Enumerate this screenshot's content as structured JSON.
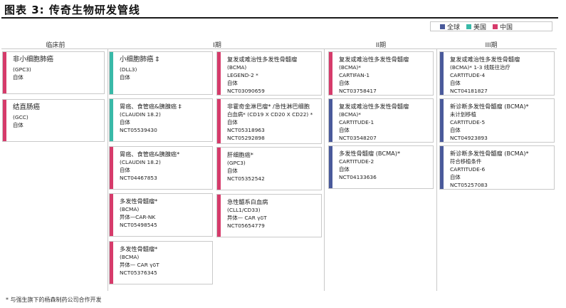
{
  "title": "图表 3: 传奇生物研发管线",
  "legend": [
    {
      "label": "全球",
      "color": "#4a5a9b"
    },
    {
      "label": "美国",
      "color": "#39b9a8"
    },
    {
      "label": "中国",
      "color": "#d63b6b"
    }
  ],
  "phases": [
    "临床前",
    "I期",
    "II期",
    "III期"
  ],
  "cards": [
    {
      "lines": [
        "非小细胞肺癌",
        "(GPC3)",
        "自体"
      ],
      "color": "#d63b6b"
    },
    {
      "lines": [
        "结直肠癌",
        "(GCC)",
        "自体"
      ],
      "color": "#d63b6b"
    },
    {
      "lines": [
        "小细胞肺癌 ‡",
        "(DLL3)",
        "自体"
      ],
      "color": "#39b9a8"
    },
    {
      "lines": [
        "胃癌、食管癌&胰腺癌 ‡",
        "(CLAUDIN 18.2)",
        "自体",
        "NCT05539430"
      ],
      "color": "#39b9a8"
    },
    {
      "lines": [
        "胃癌、食管癌&胰腺癌*",
        "(CLAUDIN 18.2)",
        "自体",
        "NCT04467853"
      ],
      "color": "#d63b6b"
    },
    {
      "lines": [
        "多发性骨髓瘤*",
        "(BCMA)",
        "异体—CAR-NK",
        "NCT05498545"
      ],
      "color": "#d63b6b"
    },
    {
      "lines": [
        "多发性骨髓瘤*",
        "(BCMA)",
        "异体— CAR γδT",
        "NCT05376345"
      ],
      "color": "#d63b6b"
    },
    {
      "lines": [
        "复发或难治性多发性骨髓瘤",
        "(BCMA)",
        "LEGEND-2 *",
        "自体",
        "NCT03090659"
      ],
      "color": "#d63b6b"
    },
    {
      "lines": [
        "非霍奇金淋巴瘤* /急性淋巴细胞",
        "白血病* (CD19 X CD20 X CD22) *",
        "自体",
        "NCT05318963",
        "NCT05292898"
      ],
      "color": "#d63b6b"
    },
    {
      "lines": [
        "肝细胞癌*",
        "(GPC3)",
        "自体",
        "NCT05352542"
      ],
      "color": "#d63b6b"
    },
    {
      "lines": [
        "急性髓系白血病",
        "(CLL1/CD33)",
        "异体— CAR γδT",
        "NCT05654779"
      ],
      "color": "#d63b6b"
    },
    {
      "lines": [
        "复发或难治性多发性骨髓瘤",
        "(BCMA)*",
        "CARTIFAN-1",
        "自体",
        "NCT03758417"
      ],
      "color": "#d63b6b"
    },
    {
      "lines": [
        "复发或难治性多发性骨髓瘤",
        "(BCMA)*",
        "CARTITUDE-1",
        "自体",
        "NCT03548207"
      ],
      "color": "#4a5a9b"
    },
    {
      "lines": [
        "多发性骨髓瘤 (BCMA)*",
        "CARTITUDE-2",
        "自体",
        "NCT04133636"
      ],
      "color": "#4a5a9b"
    },
    {
      "lines": [
        "复发或难治性多发性骨髓瘤",
        "(BCMA)*  1-3 线既往治疗",
        "CARTITUDE-4",
        "自体",
        "NCT04181827"
      ],
      "color": "#4a5a9b"
    },
    {
      "lines": [
        "新诊断多发性骨髓瘤 (BCMA)*",
        "未计划移植",
        "CARTITUDE-5",
        "自体",
        "NCT04923893"
      ],
      "color": "#4a5a9b"
    },
    {
      "lines": [
        "新诊断多发性骨髓瘤 (BCMA)*",
        "符合移植条件",
        "CARTITUDE-6",
        "自体",
        "NCT05257083"
      ],
      "color": "#4a5a9b"
    }
  ],
  "footnote": "* 与强生旗下的杨森制药公司合作开发"
}
